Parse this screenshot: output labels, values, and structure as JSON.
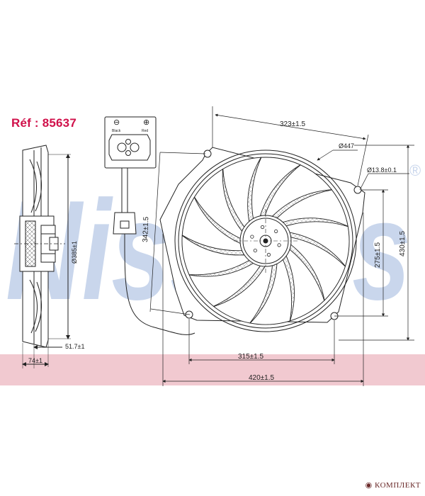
{
  "reference": "Réf : 85637",
  "watermark": {
    "text": "Nissens",
    "registered_mark": "®",
    "color": "#b7c9e6"
  },
  "band_color": "#f1c9d0",
  "connector": {
    "minus_symbol": "⊖",
    "plus_symbol": "⊕",
    "label_left": "Black",
    "label_right": "Red"
  },
  "dimensions": {
    "top_width": "323±1.5",
    "outer_diameter": "Ø447",
    "hole_diameter": "Ø13.8±0.1",
    "height_total": "430±1.5",
    "height_holes": "275±1.5",
    "diagonal": "342±1.5",
    "bottom_holes": "315±1.5",
    "width_total": "420±1.5",
    "side_diameter": "Ø385±1",
    "side_depth_inner": "51.7±1",
    "side_depth_total": "74±1"
  },
  "footer": "КОМПЛЕКТ"
}
